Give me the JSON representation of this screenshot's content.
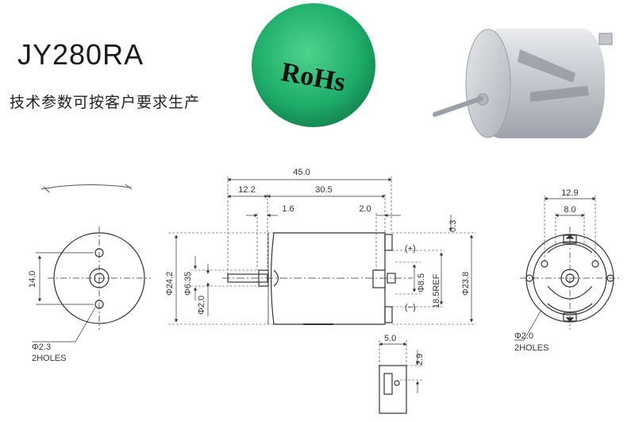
{
  "header": {
    "model": "JY280RA",
    "subtitle": "技术参数可按客户要求生产"
  },
  "badge": {
    "text": "RoHs",
    "color": "#1fae6a"
  },
  "colors": {
    "line": "#333333",
    "dash": "#666666",
    "metal": "#c9ccd2"
  },
  "dimensions": {
    "overall_length": "45.0",
    "shaft_length": "12.2",
    "body_length": "30.5",
    "boss_length": "1.6",
    "terminal_offset": "2.0",
    "terminal_gap": "0.3",
    "plus_label": "(+)",
    "minus_label": "(−)",
    "dia_body_front": "Φ24.2",
    "dia_boss": "Φ6.35",
    "dia_shaft": "Φ2.0",
    "dia_brush": "Φ8.5",
    "ref_height": "18.5REF",
    "dia_body_rear": "Φ23.8",
    "front_spacing": "14.0",
    "front_holes_dia": "Φ2.3",
    "front_holes_count": "2HOLES",
    "rear_width": "12.9",
    "rear_spacing": "8.0",
    "rear_holes_dia": "Φ2.0",
    "rear_holes_count": "2HOLES",
    "terminal_width": "5.0",
    "terminal_height": "2.9"
  }
}
